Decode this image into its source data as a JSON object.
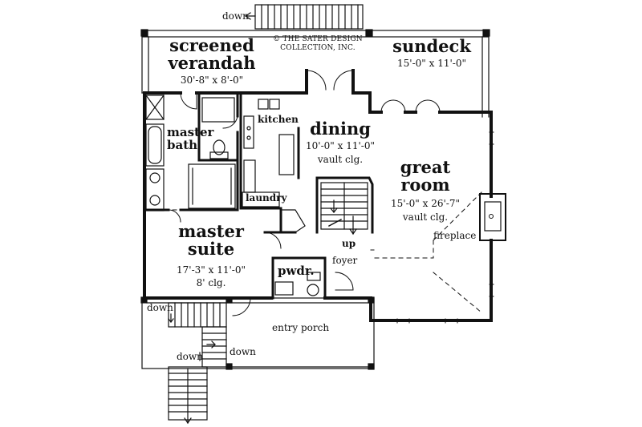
{
  "copyright": {
    "line1": "© THE SATER DESIGN",
    "line2": "COLLECTION, INC."
  },
  "rooms": {
    "screened_verandah": {
      "name_line1": "screened",
      "name_line2": "verandah",
      "dims": "30'-8\" x 8'-0\""
    },
    "sundeck": {
      "name": "sundeck",
      "dims": "15'-0\" x 11'-0\""
    },
    "dining": {
      "name": "dining",
      "dims": "10'-0\" x 11'-0\"",
      "ceiling": "vault clg."
    },
    "great_room": {
      "name_line1": "great",
      "name_line2": "room",
      "dims": "15'-0\" x 26'-7\"",
      "ceiling": "vault clg."
    },
    "master_suite": {
      "name_line1": "master",
      "name_line2": "suite",
      "dims": "17'-3\" x 11'-0\"",
      "ceiling": "8' clg."
    },
    "master_bath": {
      "name_line1": "master",
      "name_line2": "bath"
    },
    "kitchen": {
      "name": "kitchen"
    },
    "laundry": {
      "name": "laundry"
    },
    "powder": {
      "name": "pwdr."
    },
    "foyer": {
      "name": "foyer"
    },
    "entry_porch": {
      "name": "entry porch"
    },
    "fireplace": {
      "name": "fireplace"
    }
  },
  "stairs": {
    "top_down": "down",
    "interior_up": "up",
    "porch_down_left": "down",
    "porch_down_right": "down",
    "porch_down_bottom": "down"
  },
  "colors": {
    "ink": "#111111",
    "paper": "#ffffff"
  }
}
